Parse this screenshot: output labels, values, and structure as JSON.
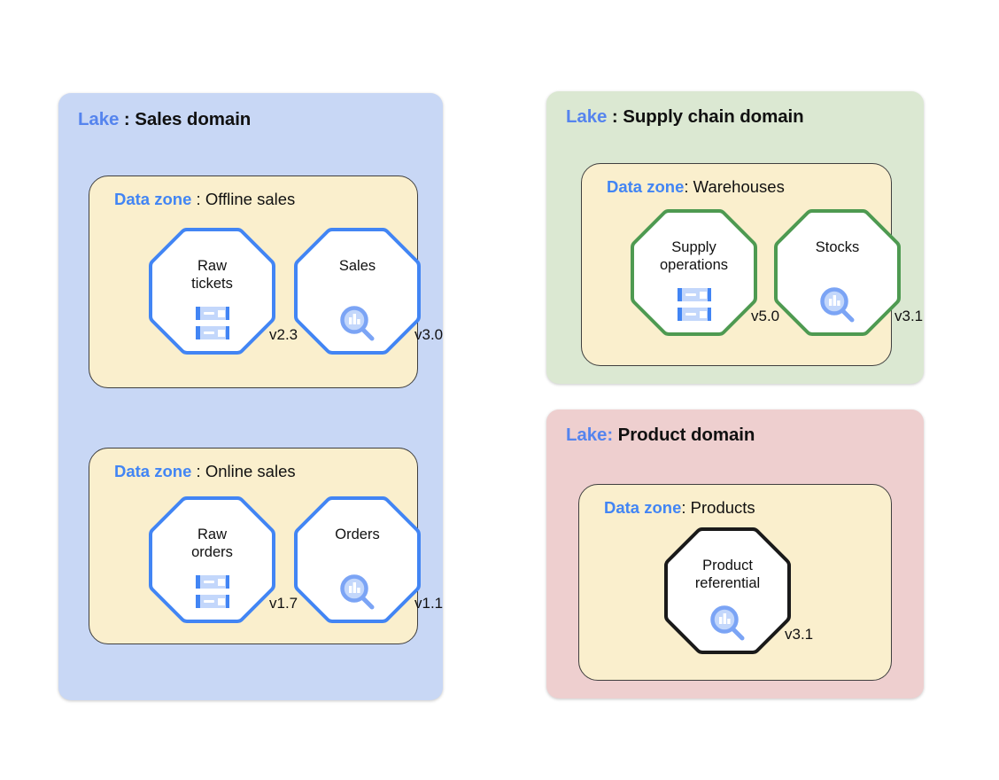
{
  "colors": {
    "lake_blue_fill": "#c8d7f5",
    "lake_green_fill": "#dbe8d2",
    "lake_pink_fill": "#eecfcf",
    "zone_fill": "#faefcd",
    "zone_border": "#3f3f3f",
    "accent_blue": "#4285f4",
    "accent_green": "#4e9a51",
    "accent_black": "#1a1a1a",
    "icon_blue": "#7ba4f5",
    "icon_blue_light": "#c3d7fb"
  },
  "labels": {
    "lake_keyword": "Lake",
    "zone_keyword": "Data zone"
  },
  "lakes": [
    {
      "id": "lake-sales",
      "keyword": "Lake",
      "separator": " : ",
      "name": "Sales domain",
      "zones": [
        {
          "id": "zone-offline",
          "keyword": "Data zone",
          "separator": " : ",
          "name": "Offline sales",
          "datasets": [
            {
              "id": "ds-raw-tickets",
              "name": "Raw\ntickets",
              "version": "v2.3",
              "icon": "database-icon",
              "outline": "#4285f4"
            },
            {
              "id": "ds-sales",
              "name": "Sales",
              "version": "v3.0",
              "icon": "analytics-search-icon",
              "outline": "#4285f4"
            }
          ]
        },
        {
          "id": "zone-online",
          "keyword": "Data zone",
          "separator": " : ",
          "name": "Online sales",
          "datasets": [
            {
              "id": "ds-raw-orders",
              "name": "Raw\norders",
              "version": "v1.7",
              "icon": "database-icon",
              "outline": "#4285f4"
            },
            {
              "id": "ds-orders",
              "name": "Orders",
              "version": "v1.1",
              "icon": "analytics-search-icon",
              "outline": "#4285f4"
            }
          ]
        }
      ]
    },
    {
      "id": "lake-supply",
      "keyword": "Lake",
      "separator": " : ",
      "name": "Supply chain domain",
      "zones": [
        {
          "id": "zone-ware",
          "keyword": "Data zone",
          "separator": ": ",
          "name": "Warehouses",
          "datasets": [
            {
              "id": "ds-supply-ops",
              "name": "Supply\noperations",
              "version": "v5.0",
              "icon": "database-icon",
              "outline": "#4e9a51"
            },
            {
              "id": "ds-stocks",
              "name": "Stocks",
              "version": "v3.1",
              "icon": "analytics-search-icon",
              "outline": "#4e9a51"
            }
          ]
        }
      ]
    },
    {
      "id": "lake-product",
      "keyword": "Lake",
      "separator": ":",
      "name": " Product domain",
      "zones": [
        {
          "id": "zone-products",
          "keyword": "Data zone",
          "separator": ": ",
          "name": "Products",
          "datasets": [
            {
              "id": "ds-product-ref",
              "name": "Product\nreferential",
              "version": "v3.1",
              "icon": "analytics-search-icon",
              "outline": "#1a1a1a"
            }
          ]
        }
      ]
    }
  ]
}
